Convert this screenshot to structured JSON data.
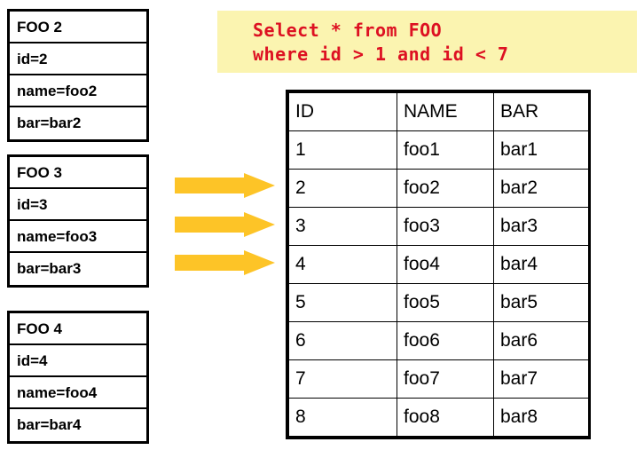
{
  "entities": [
    {
      "name": "entity-foo-2",
      "title": "FOO 2",
      "fields": [
        "id=2",
        "name=foo2",
        "bar=bar2"
      ]
    },
    {
      "name": "entity-foo-3",
      "title": "FOO 3",
      "fields": [
        "id=3",
        "name=foo3",
        "bar=bar3"
      ]
    },
    {
      "name": "entity-foo-4",
      "title": "FOO 4",
      "fields": [
        "id=4",
        "name=foo4",
        "bar=bar4"
      ]
    }
  ],
  "arrows": [
    {
      "name": "flow-arrow-1",
      "icon": "arrow-right-icon"
    },
    {
      "name": "flow-arrow-2",
      "icon": "arrow-right-icon"
    },
    {
      "name": "flow-arrow-3",
      "icon": "arrow-right-icon"
    }
  ],
  "sql": {
    "line1": "Select * from FOO",
    "line2": "where id > 1 and id < 7"
  },
  "table": {
    "headers": [
      "ID",
      "NAME",
      "BAR"
    ],
    "rows": [
      {
        "id": "1",
        "name": "foo1",
        "bar": "bar1",
        "highlighted": false
      },
      {
        "id": "2",
        "name": "foo2",
        "bar": "bar2",
        "highlighted": true
      },
      {
        "id": "3",
        "name": "foo3",
        "bar": "bar3",
        "highlighted": true
      },
      {
        "id": "4",
        "name": "foo4",
        "bar": "bar4",
        "highlighted": true
      },
      {
        "id": "5",
        "name": "foo5",
        "bar": "bar5",
        "highlighted": true
      },
      {
        "id": "6",
        "name": "foo6",
        "bar": "bar6",
        "highlighted": true
      },
      {
        "id": "7",
        "name": "foo7",
        "bar": "bar7",
        "highlighted": false
      },
      {
        "id": "8",
        "name": "foo8",
        "bar": "bar8",
        "highlighted": false
      }
    ]
  },
  "colors": {
    "highlight": "#fdc427",
    "arrow": "#fdc427",
    "callout_background": "#fbf4b0",
    "sql_text": "#dd1122",
    "border": "#000000"
  }
}
